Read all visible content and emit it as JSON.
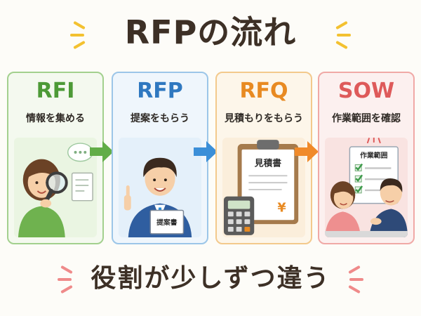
{
  "title": "RFPの流れ",
  "footer": "役割が少しずつ違う",
  "colors": {
    "rfi": "#4d9a37",
    "rfp": "#2f78c0",
    "rfq": "#e88a22",
    "sow": "#de5a5a",
    "accent_yellow": "#f3c130",
    "accent_pink": "#ef8a8a"
  },
  "steps": [
    {
      "code": "RFI",
      "desc": "情報を集める",
      "icon": "magnifier-woman-illustration"
    },
    {
      "code": "RFP",
      "desc": "提案をもらう",
      "icon": "proposal-man-illustration",
      "doc_label": "提案書"
    },
    {
      "code": "RFQ",
      "desc": "見積もりをもらう",
      "icon": "quote-clipboard-illustration",
      "doc_label": "見積書",
      "symbol": "¥"
    },
    {
      "code": "SOW",
      "desc": "作業範囲を確認",
      "icon": "scope-meeting-illustration",
      "doc_label": "作業範囲"
    }
  ]
}
